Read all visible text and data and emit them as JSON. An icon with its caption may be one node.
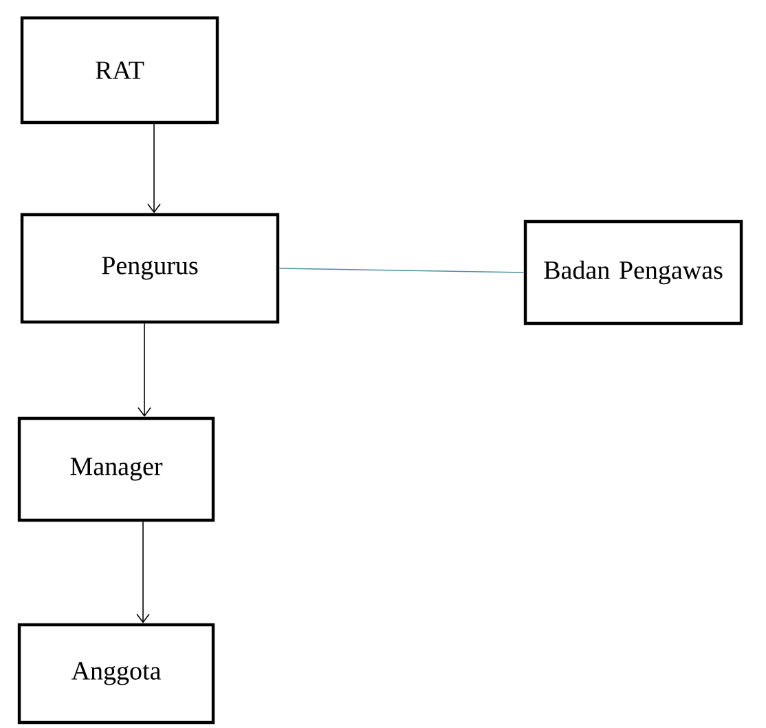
{
  "diagram": {
    "nodes": [
      {
        "text": [
          "RAT"
        ]
      },
      {
        "text": [
          "Pengurus"
        ]
      },
      {
        "text": [
          "Badan Pengawas"
        ]
      },
      {
        "text": [
          "Manager"
        ]
      },
      {
        "text": [
          "Anggota"
        ]
      }
    ],
    "edges": [
      {
        "from": 0,
        "to": 1,
        "arrow": "to"
      },
      {
        "from": 1,
        "to": 2,
        "arrow": "none",
        "color": "#4a90a4"
      },
      {
        "from": 1,
        "to": 3,
        "arrow": "to"
      },
      {
        "from": 3,
        "to": 4,
        "arrow": "to"
      }
    ]
  }
}
